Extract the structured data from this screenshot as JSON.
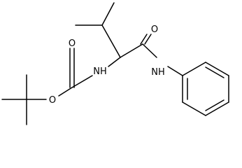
{
  "structure": {
    "atoms": {
      "o_ester": "O",
      "o_carbamate": "O",
      "nh_carbamate": "NH",
      "o_amide": "O",
      "nh_amide": "NH"
    }
  }
}
